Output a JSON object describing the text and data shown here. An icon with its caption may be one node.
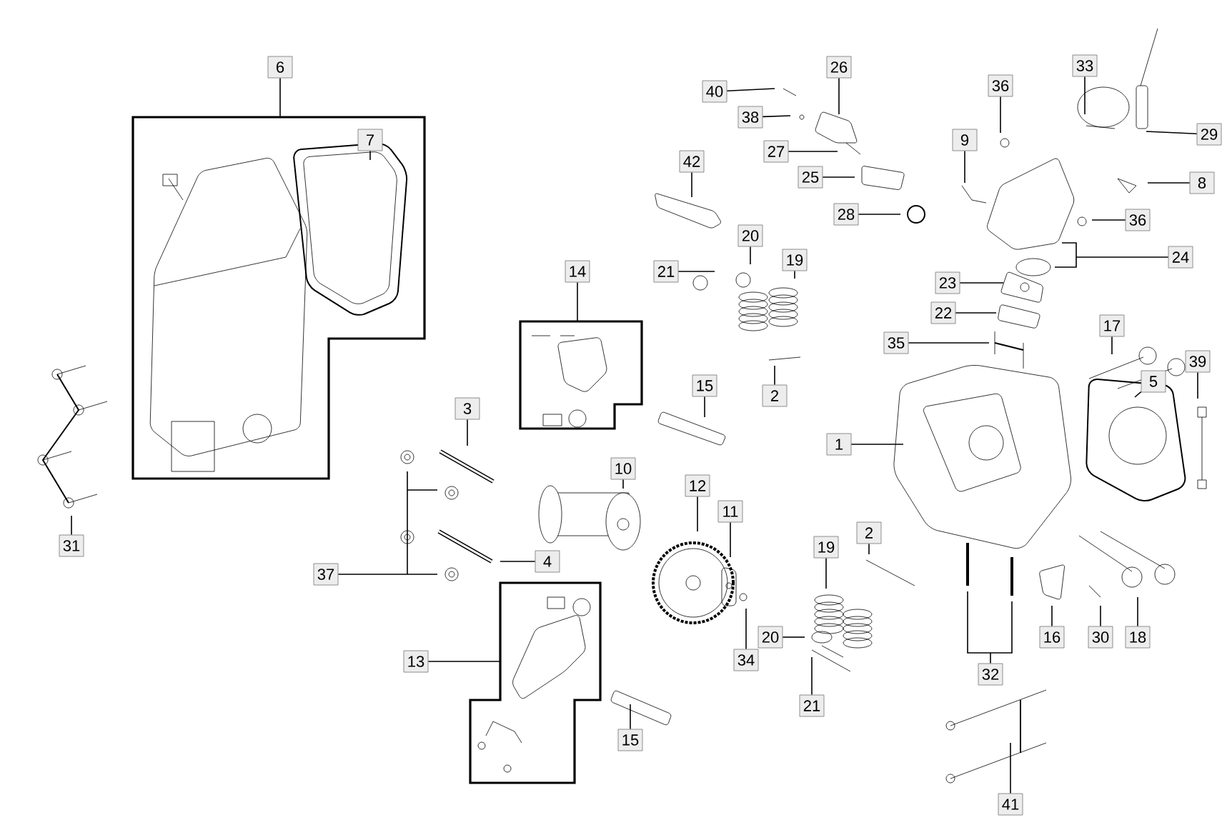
{
  "diagram": {
    "nodes": [
      {
        "text": [],
        "shape": "box"
      },
      {
        "text": [],
        "shape": "box"
      },
      {
        "text": [],
        "shape": "box"
      },
      {
        "text": [
          "6"
        ]
      },
      {
        "text": [
          "7"
        ],
        "in": 0
      },
      {
        "text": [
          "31"
        ]
      },
      {
        "text": [
          "3"
        ]
      },
      {
        "text": [
          "4"
        ]
      },
      {
        "text": [
          "37"
        ]
      },
      {
        "text": [
          "14"
        ]
      },
      {
        "text": [
          "10"
        ]
      },
      {
        "text": [
          "12"
        ]
      },
      {
        "text": [
          "11"
        ]
      },
      {
        "text": [
          "13"
        ]
      },
      {
        "text": [
          "15"
        ]
      },
      {
        "text": [
          "15"
        ]
      },
      {
        "text": [
          "40"
        ]
      },
      {
        "text": [
          "38"
        ]
      },
      {
        "text": [
          "26"
        ]
      },
      {
        "text": [
          "27"
        ]
      },
      {
        "text": [
          "25"
        ]
      },
      {
        "text": [
          "28"
        ]
      },
      {
        "text": [
          "42"
        ]
      },
      {
        "text": [
          "21"
        ]
      },
      {
        "text": [
          "20"
        ]
      },
      {
        "text": [
          "19"
        ]
      },
      {
        "text": [
          "2"
        ]
      },
      {
        "text": [
          "9"
        ]
      },
      {
        "text": [
          "36"
        ]
      },
      {
        "text": [
          "33"
        ]
      },
      {
        "text": [
          "29"
        ]
      },
      {
        "text": [
          "8"
        ]
      },
      {
        "text": [
          "36"
        ]
      },
      {
        "text": [
          "24"
        ]
      },
      {
        "text": [
          "23"
        ]
      },
      {
        "text": [
          "22"
        ]
      },
      {
        "text": [
          "35"
        ]
      },
      {
        "text": [
          "17"
        ]
      },
      {
        "text": [
          "39"
        ]
      },
      {
        "text": [
          "5"
        ]
      },
      {
        "text": [
          "1"
        ]
      },
      {
        "text": [
          "2"
        ]
      },
      {
        "text": [
          "19"
        ]
      },
      {
        "text": [
          "20"
        ]
      },
      {
        "text": [
          "21"
        ]
      },
      {
        "text": [
          "34"
        ]
      },
      {
        "text": [
          "16"
        ]
      },
      {
        "text": [
          "30"
        ]
      },
      {
        "text": [
          "18"
        ]
      },
      {
        "text": [
          "32"
        ]
      },
      {
        "text": [
          "41"
        ]
      }
    ],
    "edges": [
      {
        "from": 3,
        "to": 0,
        "arrow": "none"
      },
      {
        "from": 4,
        "to": null,
        "arrow": "none"
      },
      {
        "from": 5,
        "to": null,
        "arrow": "none"
      },
      {
        "from": 6,
        "to": null,
        "arrow": "none"
      },
      {
        "from": 7,
        "to": null,
        "arrow": "none"
      },
      {
        "from": 8,
        "to": null,
        "arrow": "none"
      },
      {
        "from": 9,
        "to": 1,
        "arrow": "none"
      },
      {
        "from": 10,
        "to": null,
        "arrow": "none"
      },
      {
        "from": 11,
        "to": null,
        "arrow": "none"
      },
      {
        "from": 12,
        "to": null,
        "arrow": "none"
      },
      {
        "from": 13,
        "to": 2,
        "arrow": "none"
      },
      {
        "from": 14,
        "to": null,
        "arrow": "none"
      },
      {
        "from": 15,
        "to": null,
        "arrow": "none"
      },
      {
        "from": 16,
        "to": null,
        "arrow": "none"
      },
      {
        "from": 17,
        "to": null,
        "arrow": "none"
      },
      {
        "from": 18,
        "to": null,
        "arrow": "none"
      },
      {
        "from": 19,
        "to": null,
        "arrow": "none"
      },
      {
        "from": 20,
        "to": null,
        "arrow": "none"
      },
      {
        "from": 21,
        "to": null,
        "arrow": "none"
      },
      {
        "from": 22,
        "to": null,
        "arrow": "none"
      },
      {
        "from": 23,
        "to": null,
        "arrow": "none"
      },
      {
        "from": 24,
        "to": null,
        "arrow": "none"
      },
      {
        "from": 25,
        "to": null,
        "arrow": "none"
      },
      {
        "from": 26,
        "to": null,
        "arrow": "none"
      },
      {
        "from": 27,
        "to": null,
        "arrow": "none"
      },
      {
        "from": 28,
        "to": null,
        "arrow": "none"
      },
      {
        "from": 29,
        "to": null,
        "arrow": "none"
      },
      {
        "from": 30,
        "to": null,
        "arrow": "none"
      },
      {
        "from": 31,
        "to": null,
        "arrow": "none"
      },
      {
        "from": 32,
        "to": null,
        "arrow": "none"
      },
      {
        "from": 33,
        "to": null,
        "arrow": "none"
      },
      {
        "from": 34,
        "to": null,
        "arrow": "none"
      },
      {
        "from": 35,
        "to": null,
        "arrow": "none"
      },
      {
        "from": 36,
        "to": null,
        "arrow": "none"
      },
      {
        "from": 37,
        "to": null,
        "arrow": "none"
      },
      {
        "from": 38,
        "to": null,
        "arrow": "none"
      },
      {
        "from": 39,
        "to": null,
        "arrow": "none"
      },
      {
        "from": 40,
        "to": null,
        "arrow": "none"
      },
      {
        "from": 41,
        "to": null,
        "arrow": "none"
      },
      {
        "from": 42,
        "to": null,
        "arrow": "none"
      },
      {
        "from": 43,
        "to": null,
        "arrow": "none"
      },
      {
        "from": 44,
        "to": null,
        "arrow": "none"
      },
      {
        "from": 45,
        "to": null,
        "arrow": "none"
      },
      {
        "from": 46,
        "to": null,
        "arrow": "none"
      },
      {
        "from": 47,
        "to": null,
        "arrow": "none"
      },
      {
        "from": 48,
        "to": null,
        "arrow": "none"
      },
      {
        "from": 49,
        "to": null,
        "arrow": "none"
      },
      {
        "from": 50,
        "to": null,
        "arrow": "none"
      }
    ]
  }
}
